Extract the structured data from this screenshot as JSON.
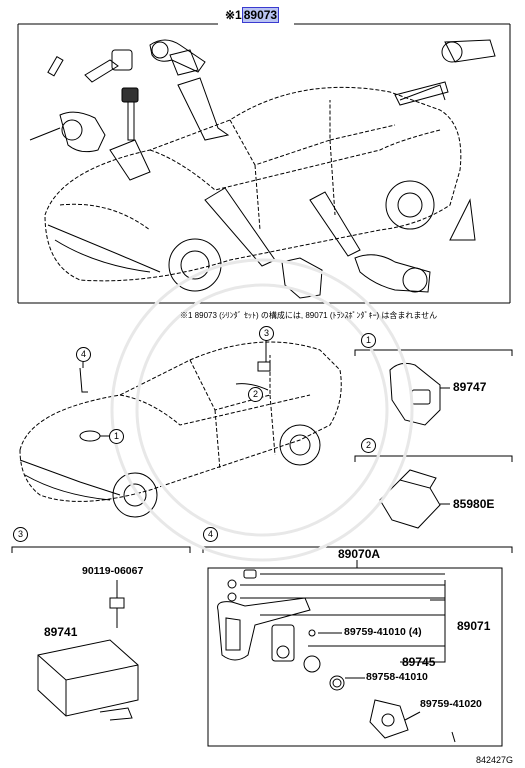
{
  "header": {
    "mark": "※1",
    "main_part": "89073"
  },
  "note": "※1  89073 (ｼﾘﾝﾀﾞ ｾｯﾄ) の構成には, 89071 (ﾄﾗﾝｽﾎﾟﾝﾀﾞｷｰ) は含まれません",
  "callouts": {
    "c1": "1",
    "c2": "2",
    "c3": "3",
    "c4": "4"
  },
  "sections": {
    "s1": {
      "num": "1",
      "part": "89747"
    },
    "s2": {
      "num": "2",
      "part": "85980E"
    },
    "s3": {
      "num": "3",
      "bolt": "90119-06067",
      "part": "89741"
    },
    "s4": {
      "num": "4",
      "group": "89070A",
      "p1": "89071",
      "p2": "89759-41010 (4)",
      "p3": "89745",
      "p4": "89758-41010",
      "p5": "89759-41020"
    }
  },
  "footer": {
    "code": "842427G"
  }
}
